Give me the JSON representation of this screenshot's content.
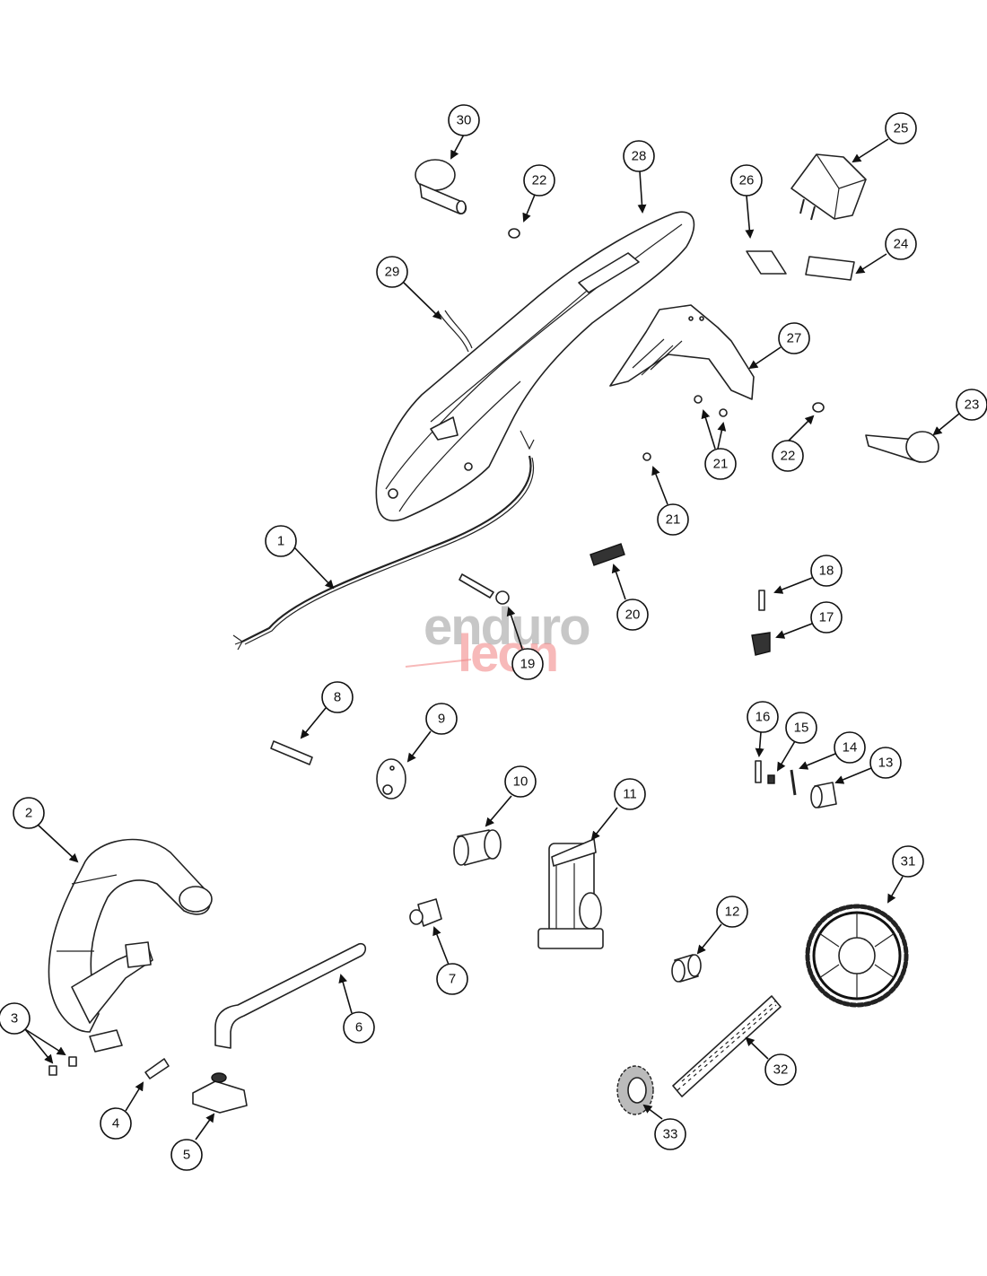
{
  "watermark": {
    "line1": "enduro",
    "line2": "leon"
  },
  "callouts": [
    {
      "id": "1",
      "label": "1"
    },
    {
      "id": "2",
      "label": "2"
    },
    {
      "id": "3",
      "label": "3"
    },
    {
      "id": "4",
      "label": "4"
    },
    {
      "id": "5",
      "label": "5"
    },
    {
      "id": "6",
      "label": "6"
    },
    {
      "id": "7",
      "label": "7"
    },
    {
      "id": "8",
      "label": "8"
    },
    {
      "id": "9",
      "label": "9"
    },
    {
      "id": "10",
      "label": "10"
    },
    {
      "id": "11",
      "label": "11"
    },
    {
      "id": "12",
      "label": "12"
    },
    {
      "id": "13",
      "label": "13"
    },
    {
      "id": "14",
      "label": "14"
    },
    {
      "id": "15",
      "label": "15"
    },
    {
      "id": "16",
      "label": "16"
    },
    {
      "id": "17",
      "label": "17"
    },
    {
      "id": "18",
      "label": "18"
    },
    {
      "id": "19",
      "label": "19"
    },
    {
      "id": "20",
      "label": "20"
    },
    {
      "id": "21a",
      "label": "21"
    },
    {
      "id": "21b",
      "label": "21"
    },
    {
      "id": "22a",
      "label": "22"
    },
    {
      "id": "22b",
      "label": "22"
    },
    {
      "id": "23",
      "label": "23"
    },
    {
      "id": "24",
      "label": "24"
    },
    {
      "id": "25",
      "label": "25"
    },
    {
      "id": "26",
      "label": "26"
    },
    {
      "id": "27",
      "label": "27"
    },
    {
      "id": "28",
      "label": "28"
    },
    {
      "id": "29",
      "label": "29"
    },
    {
      "id": "30",
      "label": "30"
    },
    {
      "id": "31",
      "label": "31"
    },
    {
      "id": "32",
      "label": "32"
    },
    {
      "id": "33",
      "label": "33"
    }
  ]
}
